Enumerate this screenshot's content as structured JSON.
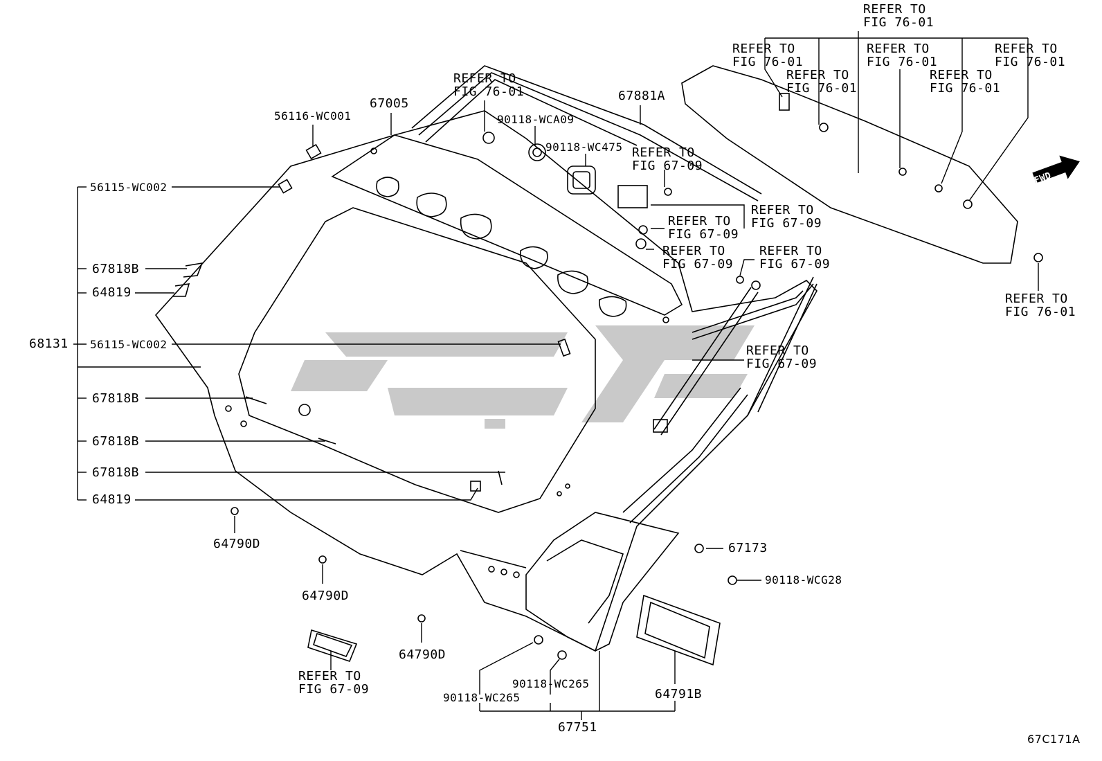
{
  "parts": {
    "p67005": "67005",
    "p67881A": "67881A",
    "p56116_WC001": "56116-WC001",
    "p56115_WC002_top": "56115-WC002",
    "p67818B_1": "67818B",
    "p64819_1": "64819",
    "p68131": "68131",
    "p56115_WC002_mid": "56115-WC002",
    "p67818B_2": "67818B",
    "p67818B_3": "67818B",
    "p67818B_4": "67818B",
    "p64819_2": "64819",
    "p64790D_1": "64790D",
    "p64790D_2": "64790D",
    "p64790D_3": "64790D",
    "p90118_WCA09": "90118-WCA09",
    "p90118_WC475": "90118-WC475",
    "p67173": "67173",
    "p90118_WCG28": "90118-WCG28",
    "p90118_WC265_a": "90118-WC265",
    "p90118_WC265_b": "90118-WC265",
    "p64791B": "64791B",
    "p67751": "67751"
  },
  "refer": {
    "line1": "REFER TO",
    "fig7601": "FIG 76-01",
    "fig6709": "FIG 67-09"
  },
  "badge": "FWD",
  "figure_id": "67C171A",
  "colors": {
    "line": "#000000",
    "watermark": "#c8c8c8"
  }
}
